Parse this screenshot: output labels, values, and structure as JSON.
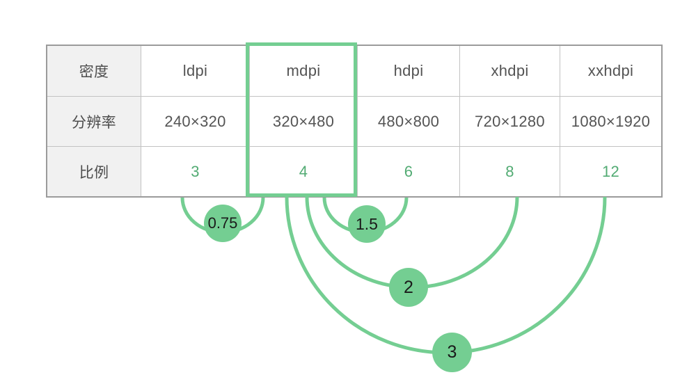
{
  "table": {
    "row_headers": [
      "密度",
      "分辨率",
      "比例"
    ],
    "columns": [
      {
        "density": "ldpi",
        "resolution": "240×320",
        "ratio": "3",
        "highlighted": false
      },
      {
        "density": "mdpi",
        "resolution": "320×480",
        "ratio": "4",
        "highlighted": true
      },
      {
        "density": "hdpi",
        "resolution": "480×800",
        "ratio": "6",
        "highlighted": false
      },
      {
        "density": "xhdpi",
        "resolution": "720×1280",
        "ratio": "8",
        "highlighted": false
      },
      {
        "density": "xxhdpi",
        "resolution": "1080×1920",
        "ratio": "12",
        "highlighted": false
      }
    ]
  },
  "scale_arcs": [
    {
      "label": "0.75",
      "from": "ldpi",
      "to": "mdpi"
    },
    {
      "label": "1.5",
      "from": "mdpi",
      "to": "hdpi"
    },
    {
      "label": "2",
      "from": "mdpi",
      "to": "xhdpi"
    },
    {
      "label": "3",
      "from": "mdpi",
      "to": "xxhdpi"
    }
  ],
  "colors": {
    "accent_green": "#74ce92",
    "ratio_text_green": "#52ab73",
    "badge_text": "#1a1a1a",
    "table_outer_border": "#9b9b9b",
    "table_inner_border": "#c2c2c2",
    "row_header_background": "#f1f1f1",
    "table_text": "#545454",
    "background": "#ffffff"
  }
}
